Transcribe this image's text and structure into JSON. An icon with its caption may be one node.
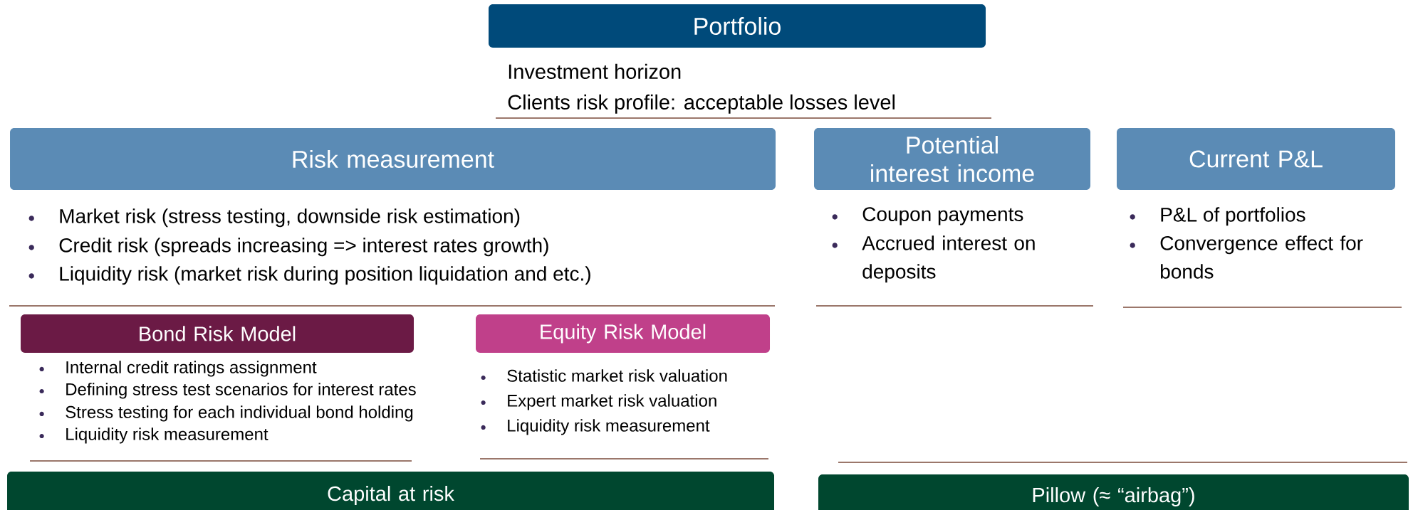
{
  "diagram": {
    "nodes": [
      {
        "text": [
          "Portfolio"
        ]
      },
      {
        "text": [
          "Risk measurement"
        ]
      },
      {
        "text": [
          "Potential interest income"
        ]
      },
      {
        "text": [
          "Current P&L"
        ]
      },
      {
        "text": [
          "Bond Risk Model"
        ]
      },
      {
        "text": [
          "Equity Risk Model"
        ]
      },
      {
        "text": [
          "Capital at risk"
        ]
      },
      {
        "text": [
          "Pillow (≈ “airbag”)"
        ]
      }
    ],
    "labels": [
      "Investment horizon",
      "Clients risk profile: acceptable losses level",
      "Market risk (stress testing, downside risk estimation)",
      "Credit risk (spreads increasing => interest rates growth)",
      "Liquidity risk (market risk during position liquidation and etc.)",
      "Coupon payments",
      "Accrued interest on deposits",
      "P&L of portfolios",
      "Convergence effect for bonds",
      "Internal credit ratings assignment",
      "Defining stress test scenarios for interest rates",
      "Stress testing for each individual bond holding",
      "Liquidity risk measurement",
      "Statistic market risk valuation",
      "Expert market risk valuation",
      "Liquidity risk measurement"
    ]
  }
}
